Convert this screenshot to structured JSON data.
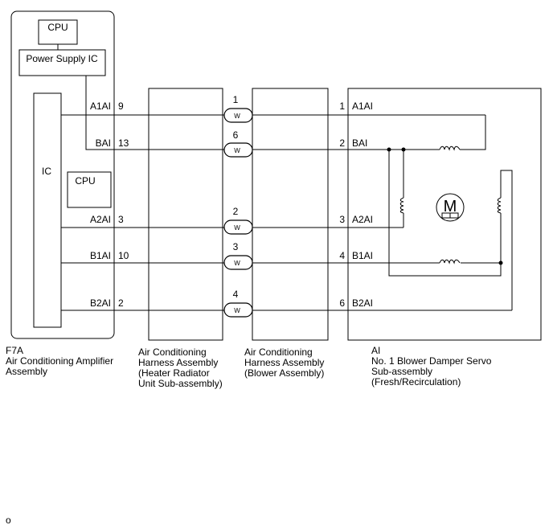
{
  "amplifier": {
    "cpu_top": "CPU",
    "power_supply": "Power Supply IC",
    "ic": "IC",
    "cpu_inner": "CPU",
    "pins": [
      {
        "name": "A1AI",
        "num": "9"
      },
      {
        "name": "BAI",
        "num": "13"
      },
      {
        "name": "A2AI",
        "num": "3"
      },
      {
        "name": "B1AI",
        "num": "10"
      },
      {
        "name": "B2AI",
        "num": "2"
      }
    ],
    "caption": [
      "F7A",
      "Air Conditioning Amplifier",
      "Assembly"
    ]
  },
  "connectors": [
    {
      "num": "1",
      "color": "W"
    },
    {
      "num": "6",
      "color": "W"
    },
    {
      "num": "2",
      "color": "W"
    },
    {
      "num": "3",
      "color": "W"
    },
    {
      "num": "4",
      "color": "W"
    }
  ],
  "harness1": {
    "caption": [
      "Air Conditioning",
      "Harness Assembly",
      "(Heater Radiator",
      "Unit Sub-assembly)"
    ]
  },
  "harness2": {
    "caption": [
      "Air Conditioning",
      "Harness Assembly",
      "(Blower Assembly)"
    ]
  },
  "servo": {
    "pins": [
      {
        "num": "1",
        "name": "A1AI"
      },
      {
        "num": "2",
        "name": "BAI"
      },
      {
        "num": "3",
        "name": "A2AI"
      },
      {
        "num": "4",
        "name": "B1AI"
      },
      {
        "num": "6",
        "name": "B2AI"
      }
    ],
    "motor": "M",
    "caption": [
      "AI",
      "No. 1 Blower Damper Servo",
      "Sub-assembly",
      "(Fresh/Recirculation)"
    ]
  },
  "footer": "o"
}
